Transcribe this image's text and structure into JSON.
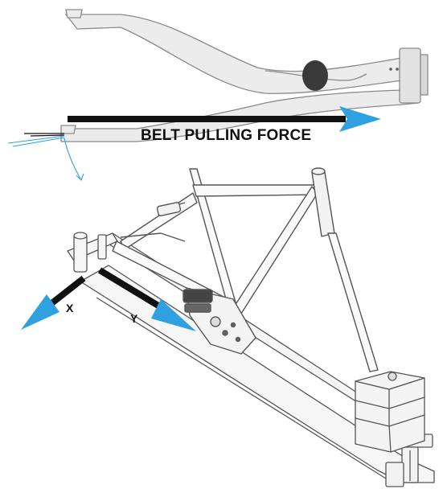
{
  "labels": {
    "belt_pulling_force": "BELT PULLING FORCE",
    "x_axis": "X",
    "y_axis": "Y"
  },
  "colors": {
    "force_arrow": "#2fa0e0",
    "force_line": "#111111",
    "frame_stroke": "#555555",
    "rear_fork_fill": "#e8e8e8"
  }
}
